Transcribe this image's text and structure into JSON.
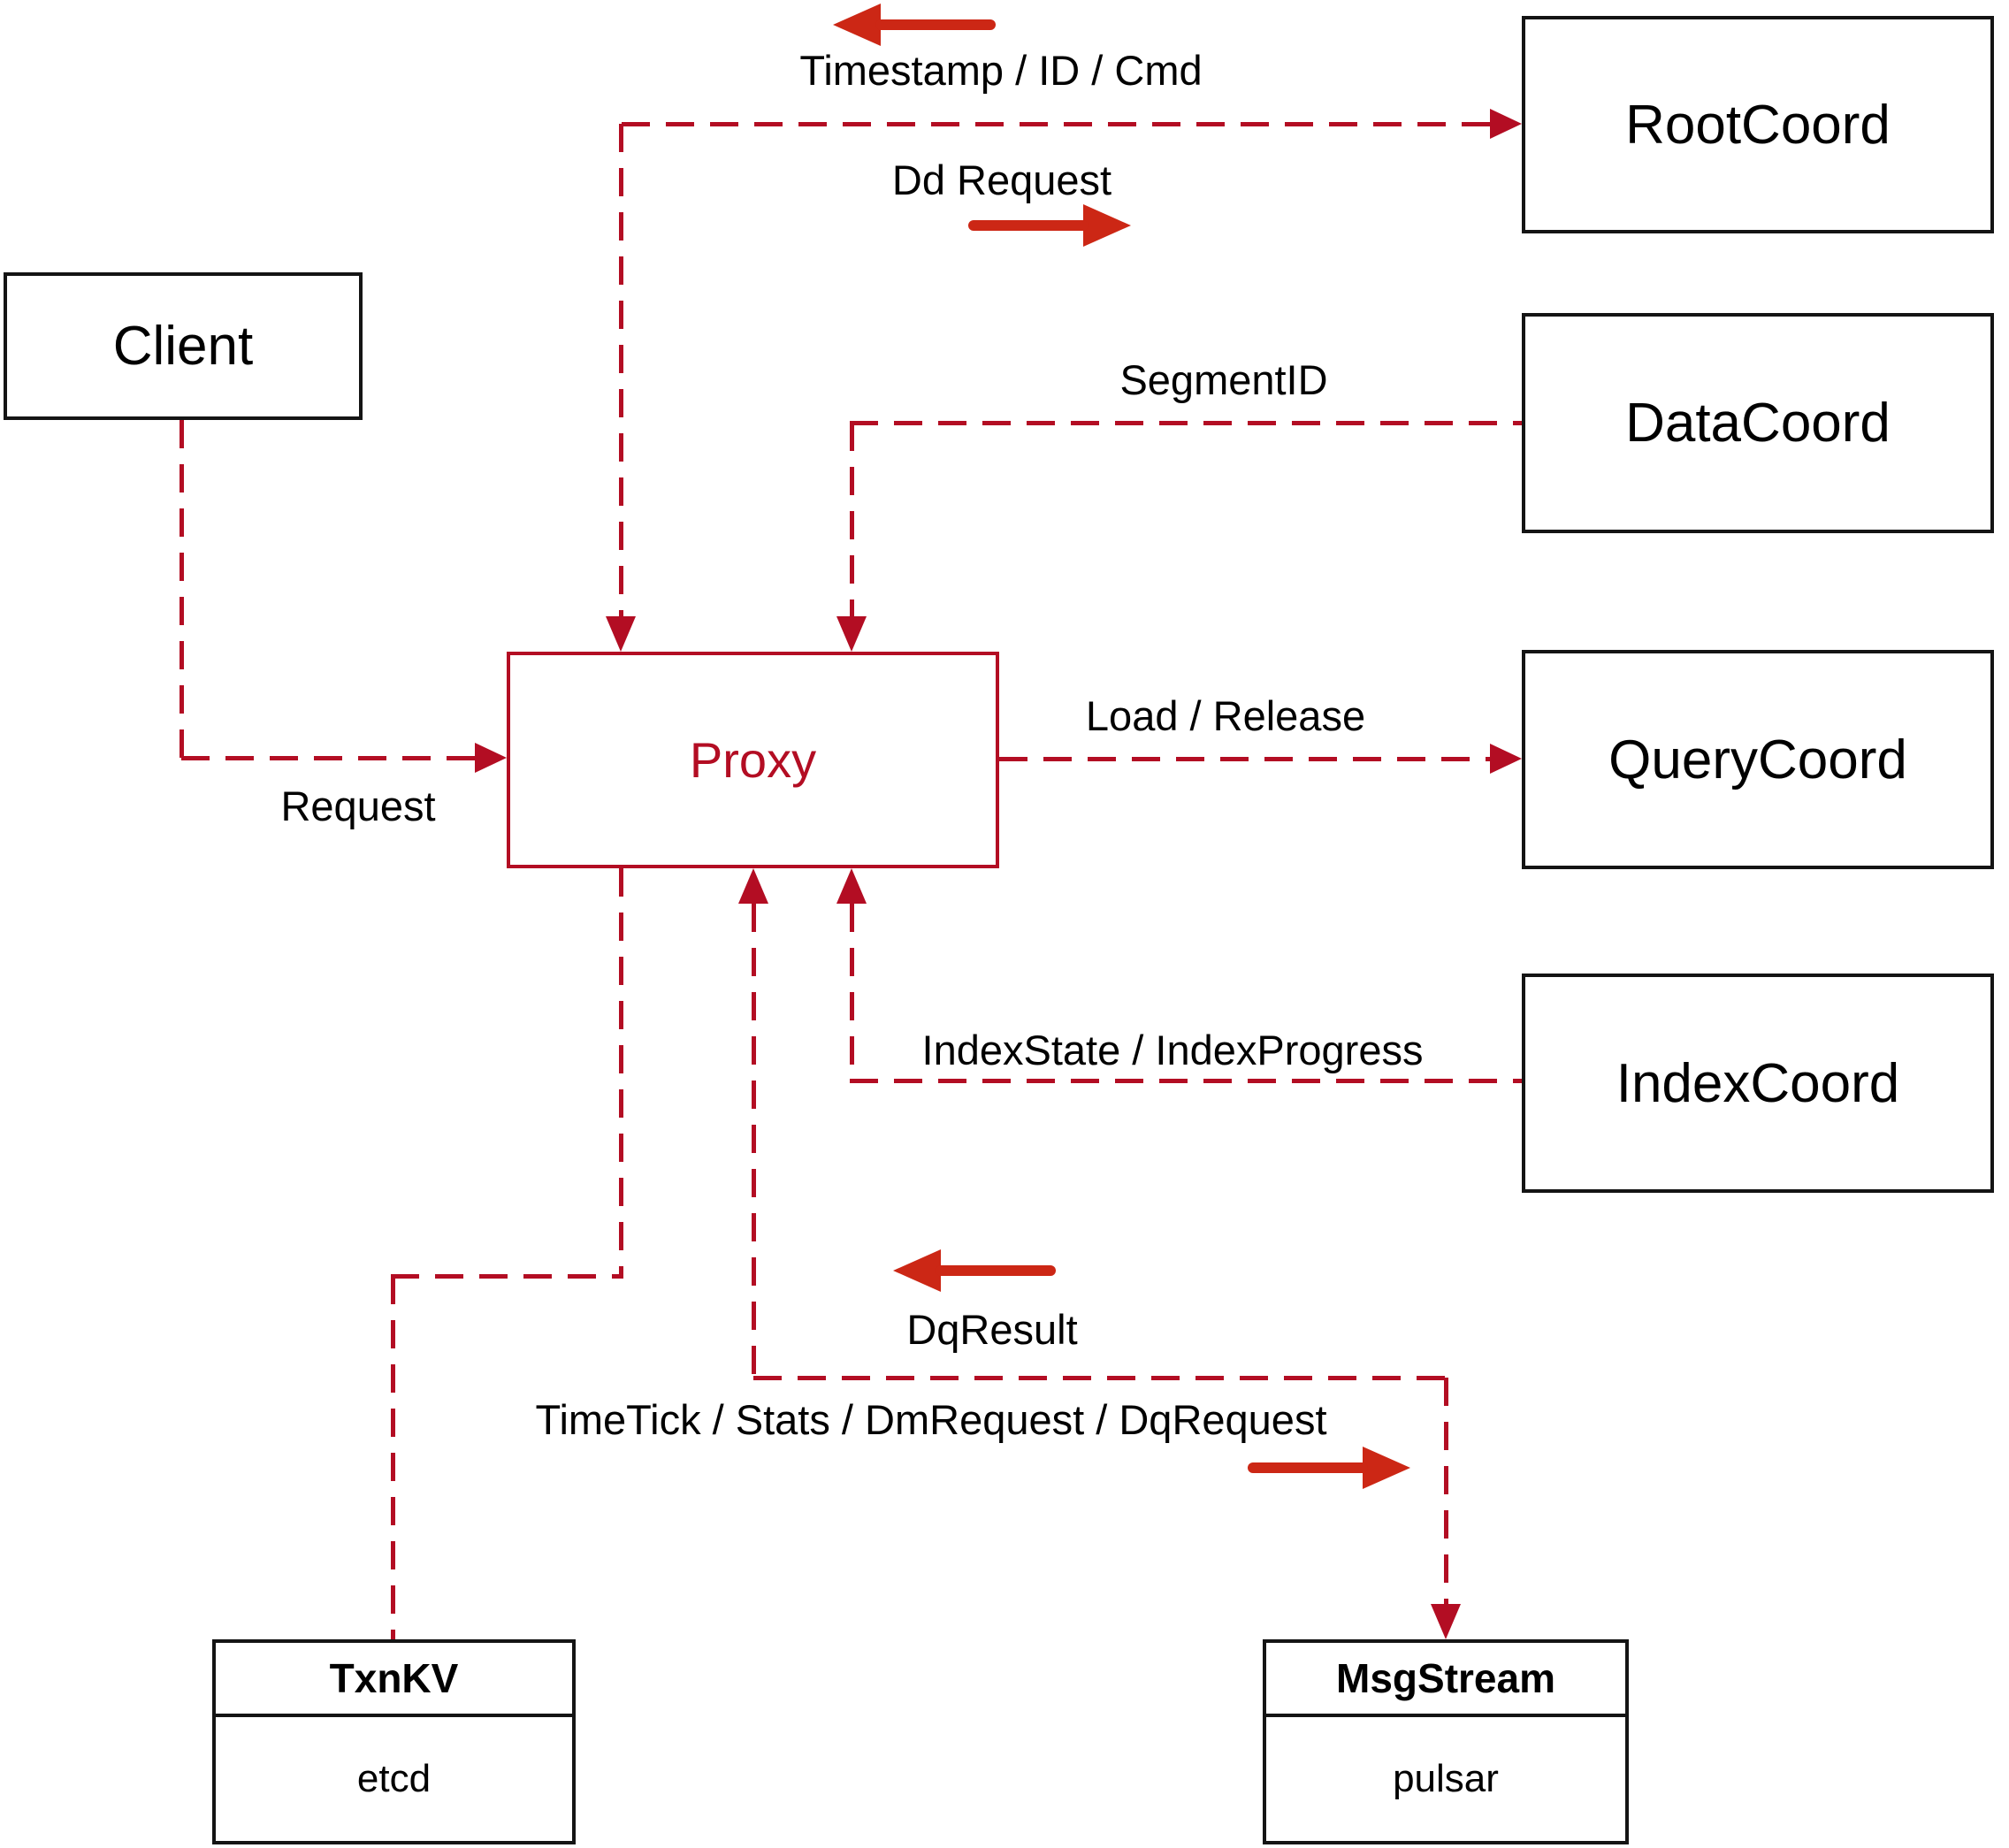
{
  "diagram": {
    "nodes": {
      "client": {
        "label": "Client"
      },
      "rootcoord": {
        "label": "RootCoord"
      },
      "datacoord": {
        "label": "DataCoord"
      },
      "querycoord": {
        "label": "QueryCoord"
      },
      "indexcoord": {
        "label": "IndexCoord"
      },
      "proxy": {
        "label": "Proxy"
      },
      "txnkv": {
        "title": "TxnKV",
        "subtitle": "etcd"
      },
      "msgstream": {
        "title": "MsgStream",
        "subtitle": "pulsar"
      }
    },
    "edge_labels": {
      "timestamp": "Timestamp / ID / Cmd",
      "dd_request": "Dd Request",
      "segment_id": "SegmentID",
      "load_release": "Load / Release",
      "request": "Request",
      "index_state": "IndexState / IndexProgress",
      "dq_result": "DqResult",
      "timetick": "TimeTick / Stats / DmRequest / DqRequest"
    },
    "colors": {
      "line_red": "#b30d23",
      "arrow_red": "#cc2715",
      "box_black": "#141414"
    }
  }
}
